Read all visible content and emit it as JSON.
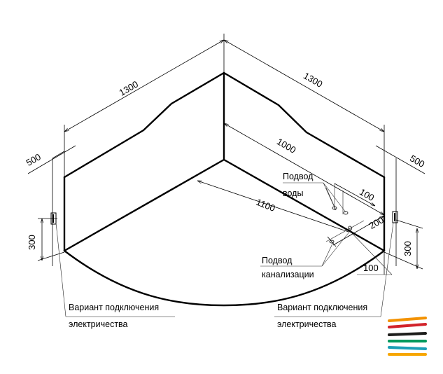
{
  "dimensions": {
    "left_wall": "1300",
    "right_wall": "1300",
    "inner_right": "1000",
    "inner_left": "1100",
    "left_height": "500",
    "right_height": "500",
    "left_outlet": "300",
    "right_outlet": "300",
    "water_offset": "100",
    "drain_height": "200",
    "drain_offset": "100"
  },
  "labels": {
    "water_line1": "Подвод",
    "water_line2": "воды",
    "drain_line1": "Подвод",
    "drain_line2": "канализации",
    "elec_left_line1": "Вариант подключения",
    "elec_left_line2": "электричества",
    "elec_right_line1": "Вариант подключения",
    "elec_right_line2": "электричества"
  },
  "logo": {
    "stripe_colors": [
      "#f39200",
      "#d2232a",
      "#1d1d1b",
      "#00995d",
      "#1b9fb6",
      "#f7a600"
    ]
  }
}
